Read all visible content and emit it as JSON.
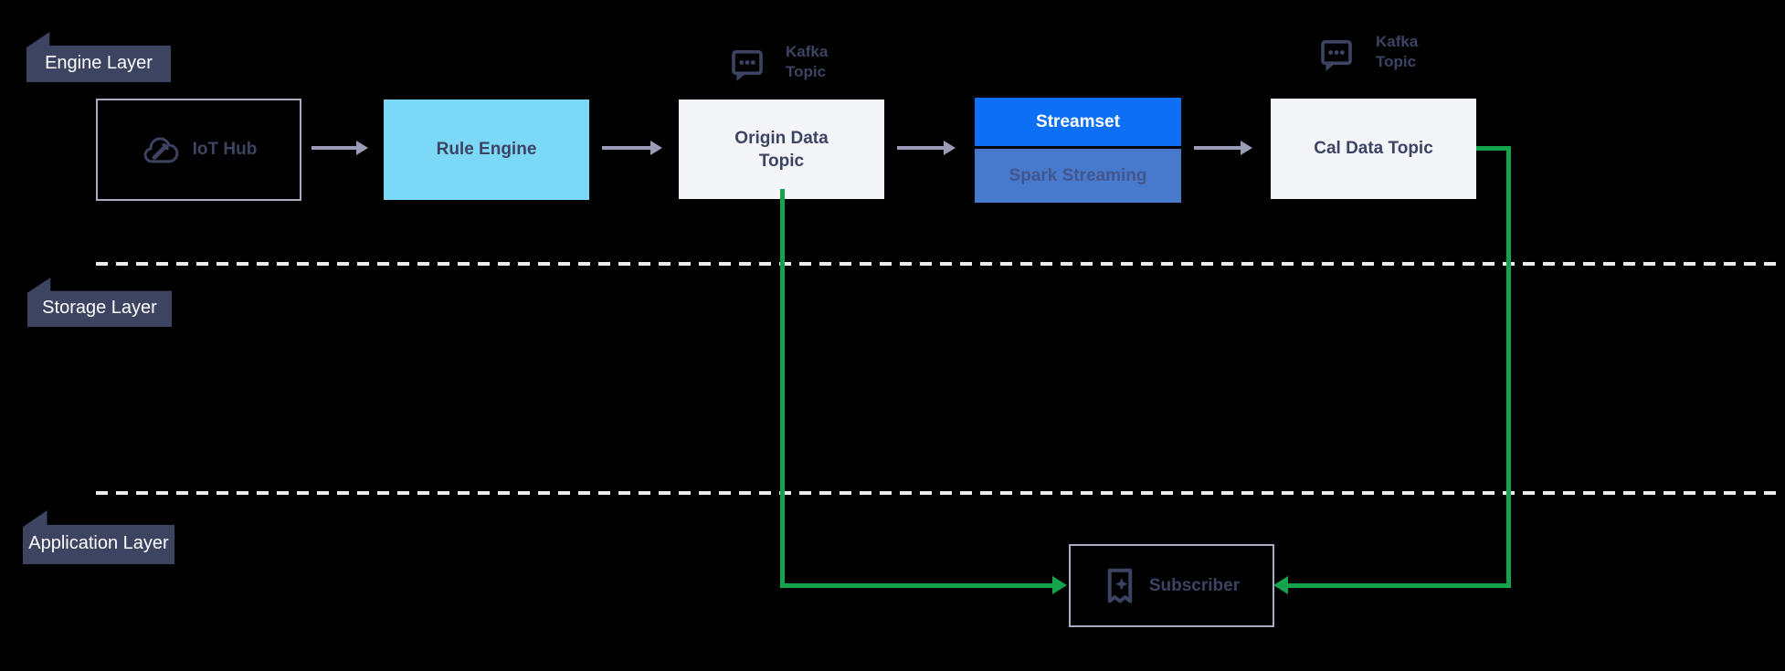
{
  "layers": [
    {
      "id": "engine",
      "label": "Engine Layer"
    },
    {
      "id": "storage",
      "label": "Storage Layer"
    },
    {
      "id": "application",
      "label": "Application Layer"
    }
  ],
  "nodes": {
    "iot_hub": {
      "label": "IoT Hub",
      "icon": "cloud-wrench-icon"
    },
    "rule_engine": {
      "label": "Rule Engine"
    },
    "origin_topic": {
      "label": "Origin Data Topic"
    },
    "streamset": {
      "label": "Streamset"
    },
    "spark_streaming": {
      "label": "Spark Streaming"
    },
    "cal_topic": {
      "label": "Cal Data Topic"
    },
    "subscriber": {
      "label": "Subscriber",
      "icon": "bookmark-sparkle-icon"
    }
  },
  "annotations": {
    "kafka_topic_1": {
      "label": "Kafka Topic",
      "icon": "chat-bubble-icon"
    },
    "kafka_topic_2": {
      "label": "Kafka Topic",
      "icon": "chat-bubble-icon"
    }
  },
  "colors": {
    "background": "#000000",
    "ribbon": "#3d4461",
    "slate_text": "#3d4463",
    "rule_engine_fill": "#7cd8f7",
    "topic_fill": "#f4f5f9",
    "streamset_fill": "#0d6ff5",
    "spark_fill": "#4779cc",
    "spark_text": "#43568e",
    "green_connector": "#14a44b",
    "gray_arrow": "#9a9bb8",
    "outline_border": "#a9aac6",
    "dashed_line": "#ececec"
  }
}
